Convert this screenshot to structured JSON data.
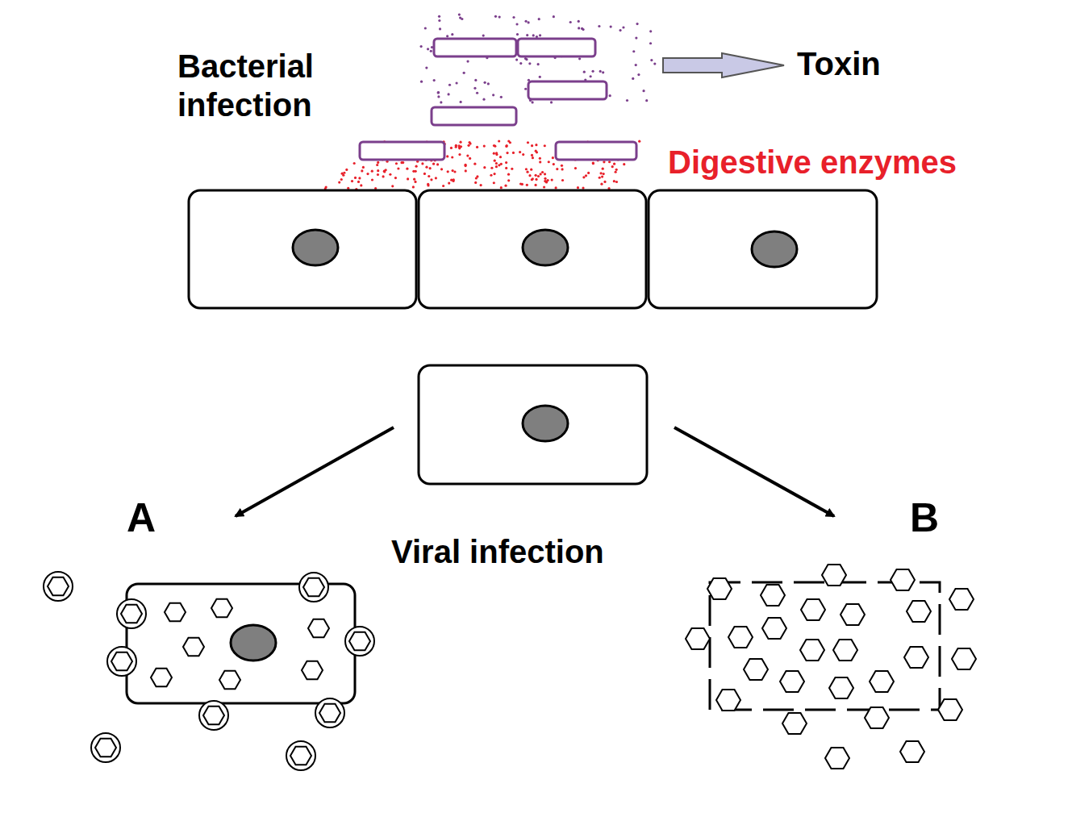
{
  "diagram": {
    "labels": [
      "Bacterial infection",
      "Toxin",
      "Digestive enzymes",
      "Viral infection",
      "A",
      "B"
    ]
  }
}
